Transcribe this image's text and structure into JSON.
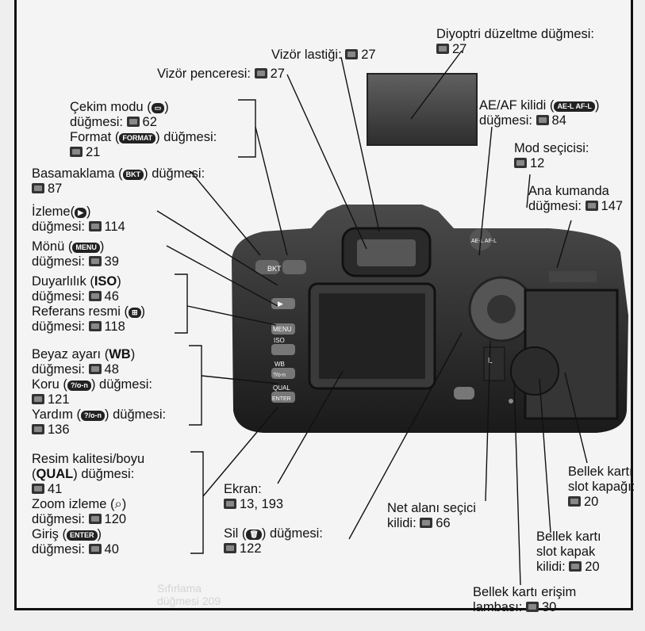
{
  "labels": {
    "diyoptri": {
      "title": "Diyoptri düzeltme düğmesi:",
      "ref": "27"
    },
    "vizor_lastigi": {
      "title": "Vizör lastiği:",
      "ref": "27"
    },
    "vizor_penceresi": {
      "title": "Vizör penceresi:",
      "ref": "27"
    },
    "aeaf": {
      "title": "AE/AF kilidi (",
      "icon": "AE-L AF-L",
      "after": ")",
      "line2": "düğmesi:",
      "ref": "84"
    },
    "cekim": {
      "line1": "Çekim modu (",
      "icon": "▭",
      "after": ")",
      "line2": "düğmesi:",
      "ref2": "62",
      "line3": "Format (",
      "icon3": "FORMAT",
      "after3": ") düğmesi:",
      "ref3": "21"
    },
    "mod": {
      "title": "Mod seçicisi:",
      "ref": "12"
    },
    "basamaklama": {
      "title": "Basamaklama (",
      "icon": "BKT",
      "after": ") düğmesi:",
      "ref": "87"
    },
    "ana": {
      "line1": "Ana kumanda",
      "line2": "düğmesi:",
      "ref": "147"
    },
    "izleme": {
      "title": "İzleme(",
      "icon": "▶",
      "after": ")",
      "line2": "düğmesi:",
      "ref": "114"
    },
    "monu": {
      "title": "Mönü (",
      "icon": "MENU",
      "after": ")",
      "line2": "düğmesi:",
      "ref": "39"
    },
    "duyarlilik": {
      "title": "Duyarlılık (",
      "bold": "ISO",
      "after": ")",
      "line2": "düğmesi:",
      "ref": "46"
    },
    "referans": {
      "title": "Referans resmi (",
      "icon": "⊞",
      "after": ")",
      "line2": "düğmesi:",
      "ref": "118"
    },
    "beyaz": {
      "title": "Beyaz ayarı (",
      "bold": "WB",
      "after": ")",
      "line2": "düğmesi:",
      "ref": "48"
    },
    "koru": {
      "title": "Koru (",
      "icon": "?/o-n",
      "after": ") düğmesi:",
      "ref": "121"
    },
    "yardim": {
      "title": "Yardım (",
      "icon": "?/o-n",
      "after": ") düğmesi:",
      "ref": "136"
    },
    "resim": {
      "line1": "Resim kalitesi/boyu",
      "bold": "QUAL",
      "line2": ") düğmesi:",
      "ref2": "41",
      "line3": "Zoom izleme (",
      "after3": ")",
      "line4": "düğmesi:",
      "ref4": "120",
      "line5": "Giriş (",
      "icon5": "ENTER",
      "after5": ")",
      "line6": "düğmesi:",
      "ref6": "40"
    },
    "ekran": {
      "title": "Ekran:",
      "ref": "13, 193"
    },
    "sil": {
      "title": "Sil (",
      "icon": "🗑",
      "after": ") düğmesi:",
      "ref": "122"
    },
    "net": {
      "line1": "Net alanı seçici",
      "line2": "kilidi:",
      "ref": "66"
    },
    "bellek_kapak": {
      "line1": "Bellek kartı",
      "line2": "slot kapağı:",
      "ref": "20"
    },
    "bellek_kilit": {
      "line1": "Bellek kartı",
      "line2": "slot kapak",
      "line3": "kilidi:",
      "ref": "20"
    },
    "bellek_lamba": {
      "line1": "Bellek kartı erişim",
      "line2": "lambası:",
      "ref": "30"
    }
  },
  "camera_buttons": {
    "bkt": "BKT",
    "play": "▶",
    "menu": "MENU",
    "iso": "ISO",
    "wb": "WB",
    "koru": "?/o-n",
    "qual": "QUAL",
    "enter": "ENTER",
    "aeaf": "AE-L AF-L",
    "l": "L"
  },
  "ghost": {
    "line1": "Sıfırlama",
    "line2": "düğmesi",
    "ref": "209"
  }
}
